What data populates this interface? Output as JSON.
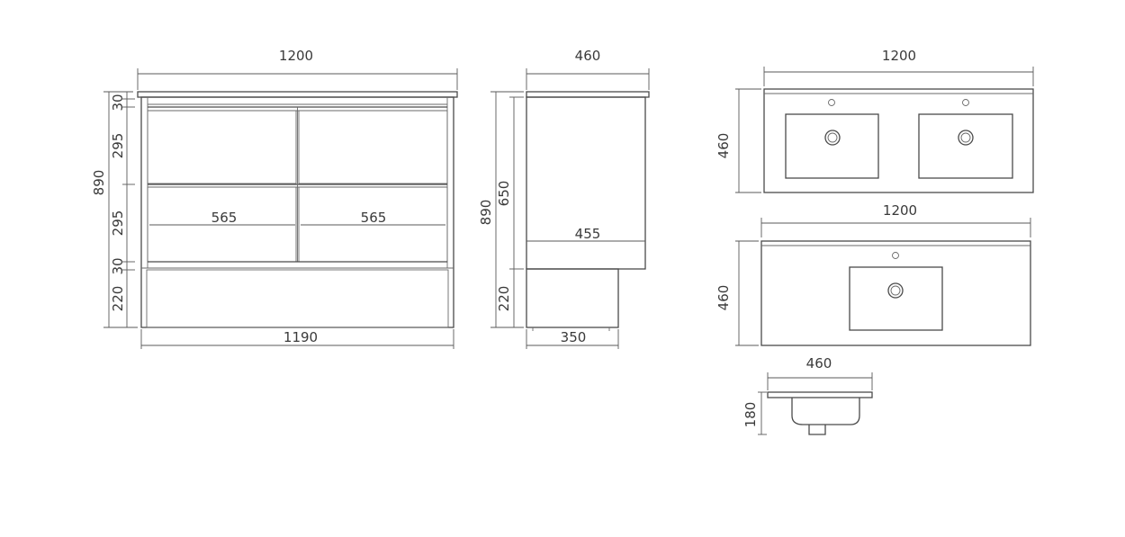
{
  "front_view": {
    "width_top": "1200",
    "width_bottom": "1190",
    "height_total": "890",
    "seg_top": "30",
    "seg_drawer1": "295",
    "seg_drawer2": "295",
    "seg_mid": "30",
    "seg_plinth": "220",
    "drawer_left_width": "565",
    "drawer_right_width": "565"
  },
  "side_view": {
    "depth_top": "460",
    "height_total": "890",
    "body_height": "650",
    "plinth_height": "220",
    "body_depth": "455",
    "plinth_depth": "350"
  },
  "double_basin_top": {
    "width": "1200",
    "depth": "460"
  },
  "single_basin_top": {
    "width": "1200",
    "depth": "460"
  },
  "basin_section": {
    "width": "460",
    "height": "180"
  }
}
